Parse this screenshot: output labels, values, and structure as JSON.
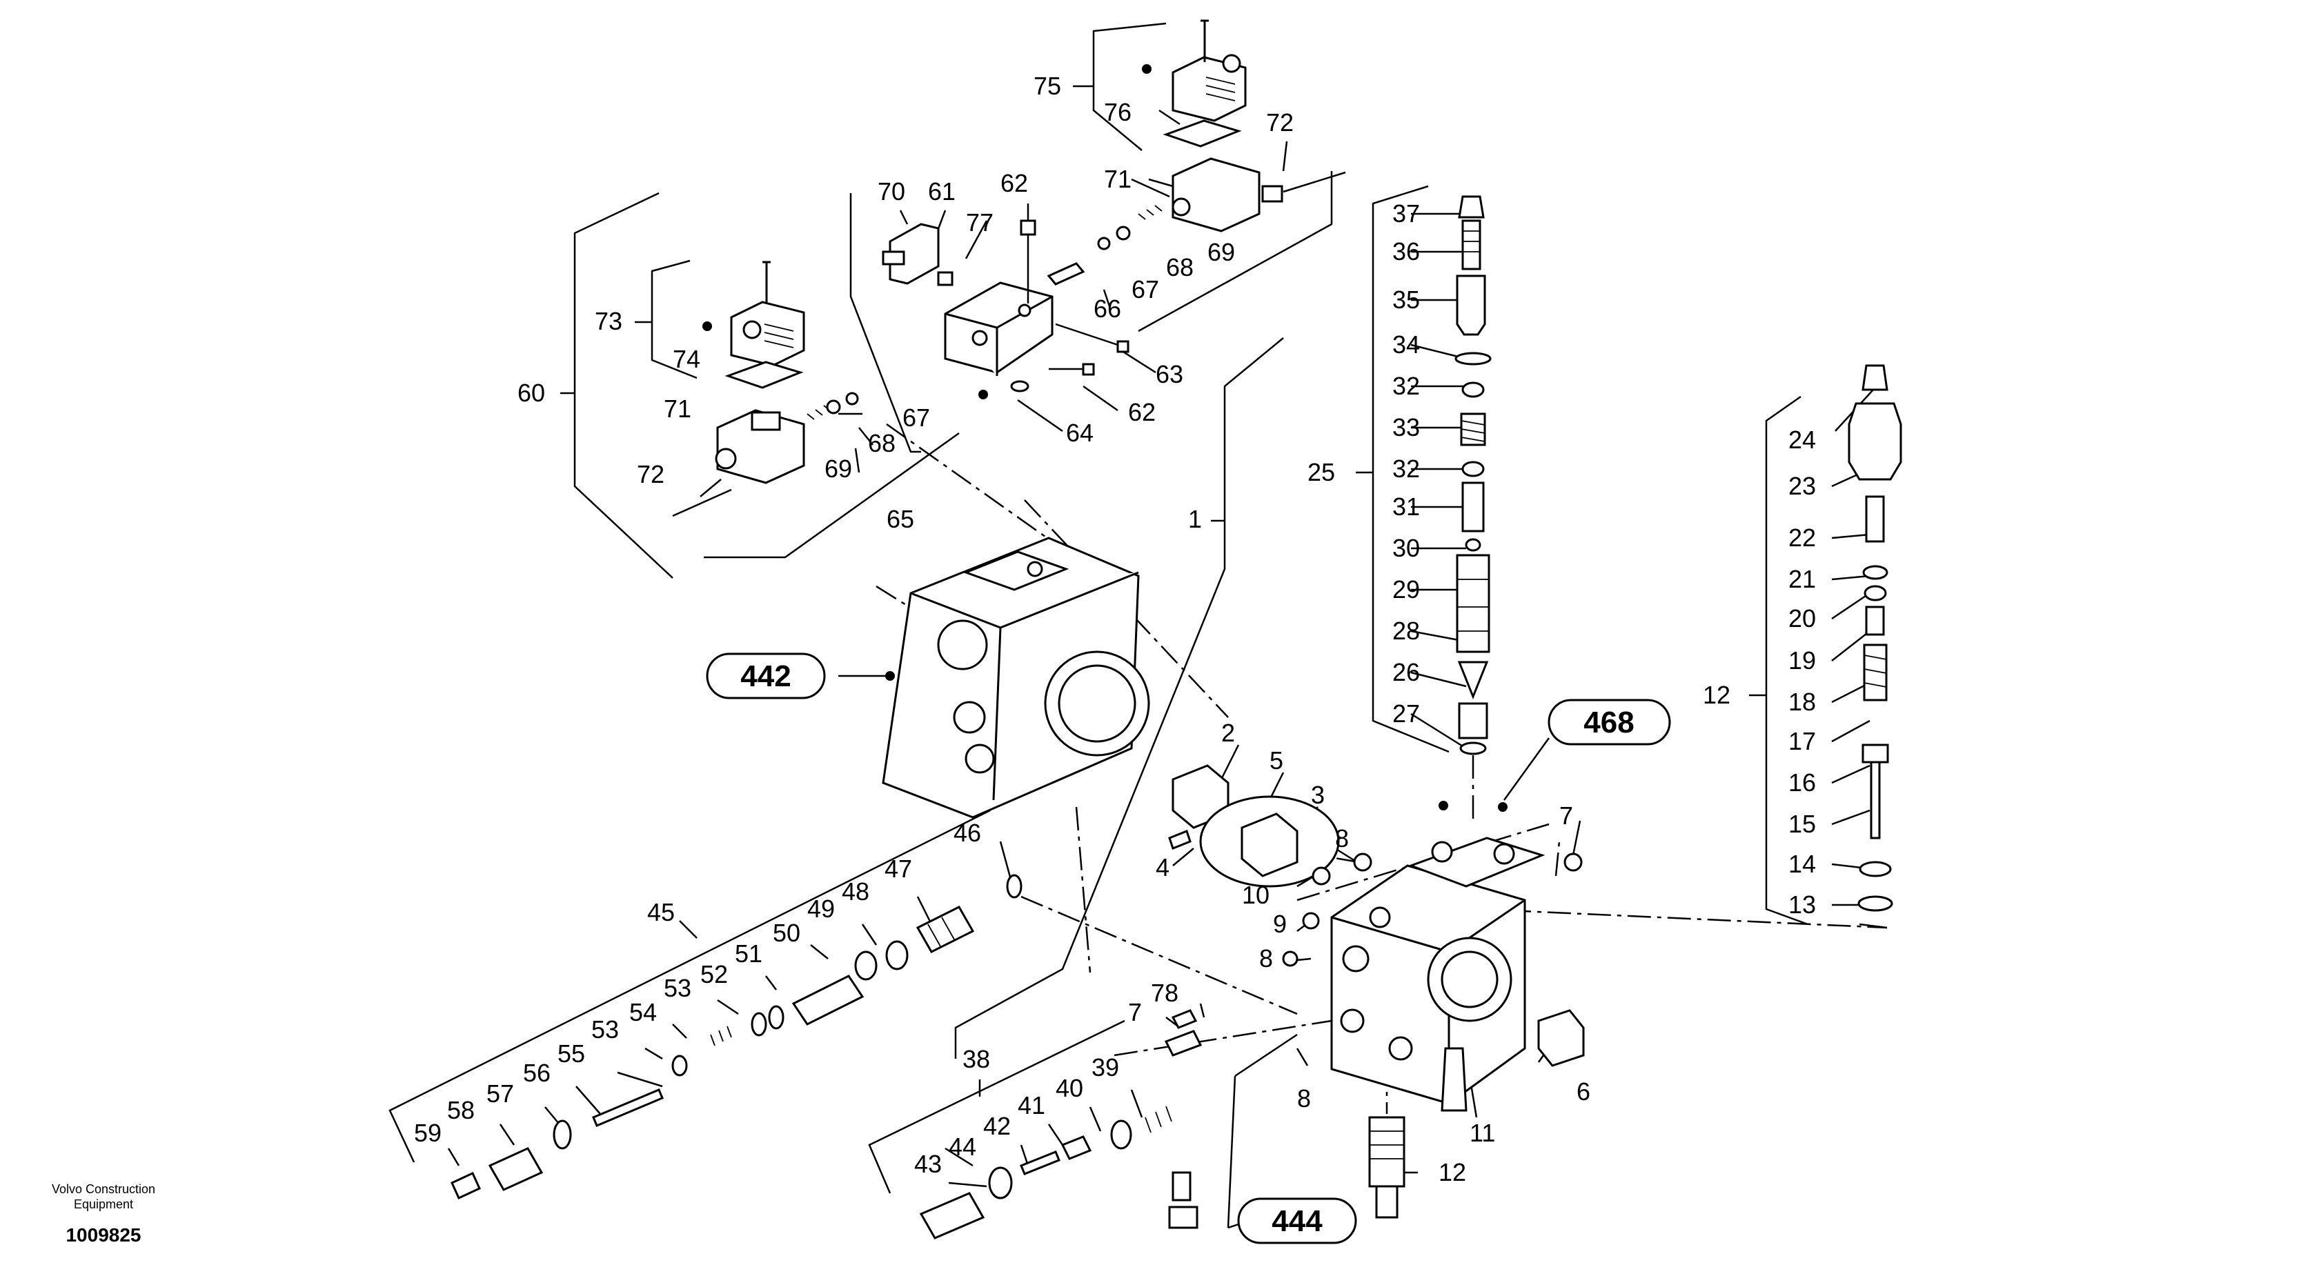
{
  "labels": {
    "p1": "1",
    "p2": "2",
    "p3": "3",
    "p4": "4",
    "p5": "5",
    "p6": "6",
    "p7a": "7",
    "p7b": "7",
    "p8a": "8",
    "p8b": "8",
    "p8c": "8",
    "p9": "9",
    "p10": "10",
    "p11": "11",
    "p12a": "12",
    "p12b": "12",
    "p13": "13",
    "p14": "14",
    "p15": "15",
    "p16": "16",
    "p17": "17",
    "p18": "18",
    "p19": "19",
    "p20": "20",
    "p21": "21",
    "p22": "22",
    "p23": "23",
    "p24": "24",
    "p25": "25",
    "p26": "26",
    "p27": "27",
    "p28": "28",
    "p29": "29",
    "p30": "30",
    "p31": "31",
    "p32a": "32",
    "p32b": "32",
    "p33": "33",
    "p34": "34",
    "p35": "35",
    "p36": "36",
    "p37": "37",
    "p38": "38",
    "p39": "39",
    "p40": "40",
    "p41": "41",
    "p42": "42",
    "p43": "43",
    "p44": "44",
    "p45": "45",
    "p46": "46",
    "p47": "47",
    "p48": "48",
    "p49": "49",
    "p50": "50",
    "p51": "51",
    "p52": "52",
    "p53a": "53",
    "p53b": "53",
    "p54": "54",
    "p55": "55",
    "p56": "56",
    "p57": "57",
    "p58": "58",
    "p59": "59",
    "p60": "60",
    "p61": "61",
    "p62a": "62",
    "p62b": "62",
    "p63": "63",
    "p64": "64",
    "p65": "65",
    "p66": "66",
    "p67a": "67",
    "p67b": "67",
    "p68a": "68",
    "p68b": "68",
    "p69a": "69",
    "p69b": "69",
    "p70": "70",
    "p71a": "71",
    "p71b": "71",
    "p72a": "72",
    "p72b": "72",
    "p73": "73",
    "p74": "74",
    "p75": "75",
    "p76": "76",
    "p77": "77",
    "p78": "78"
  },
  "callouts": {
    "c442": "442",
    "c468": "468",
    "c444": "444"
  },
  "footer": {
    "company_line1": "Volvo Construction",
    "company_line2": "Equipment",
    "drawing_number": "1009825"
  }
}
